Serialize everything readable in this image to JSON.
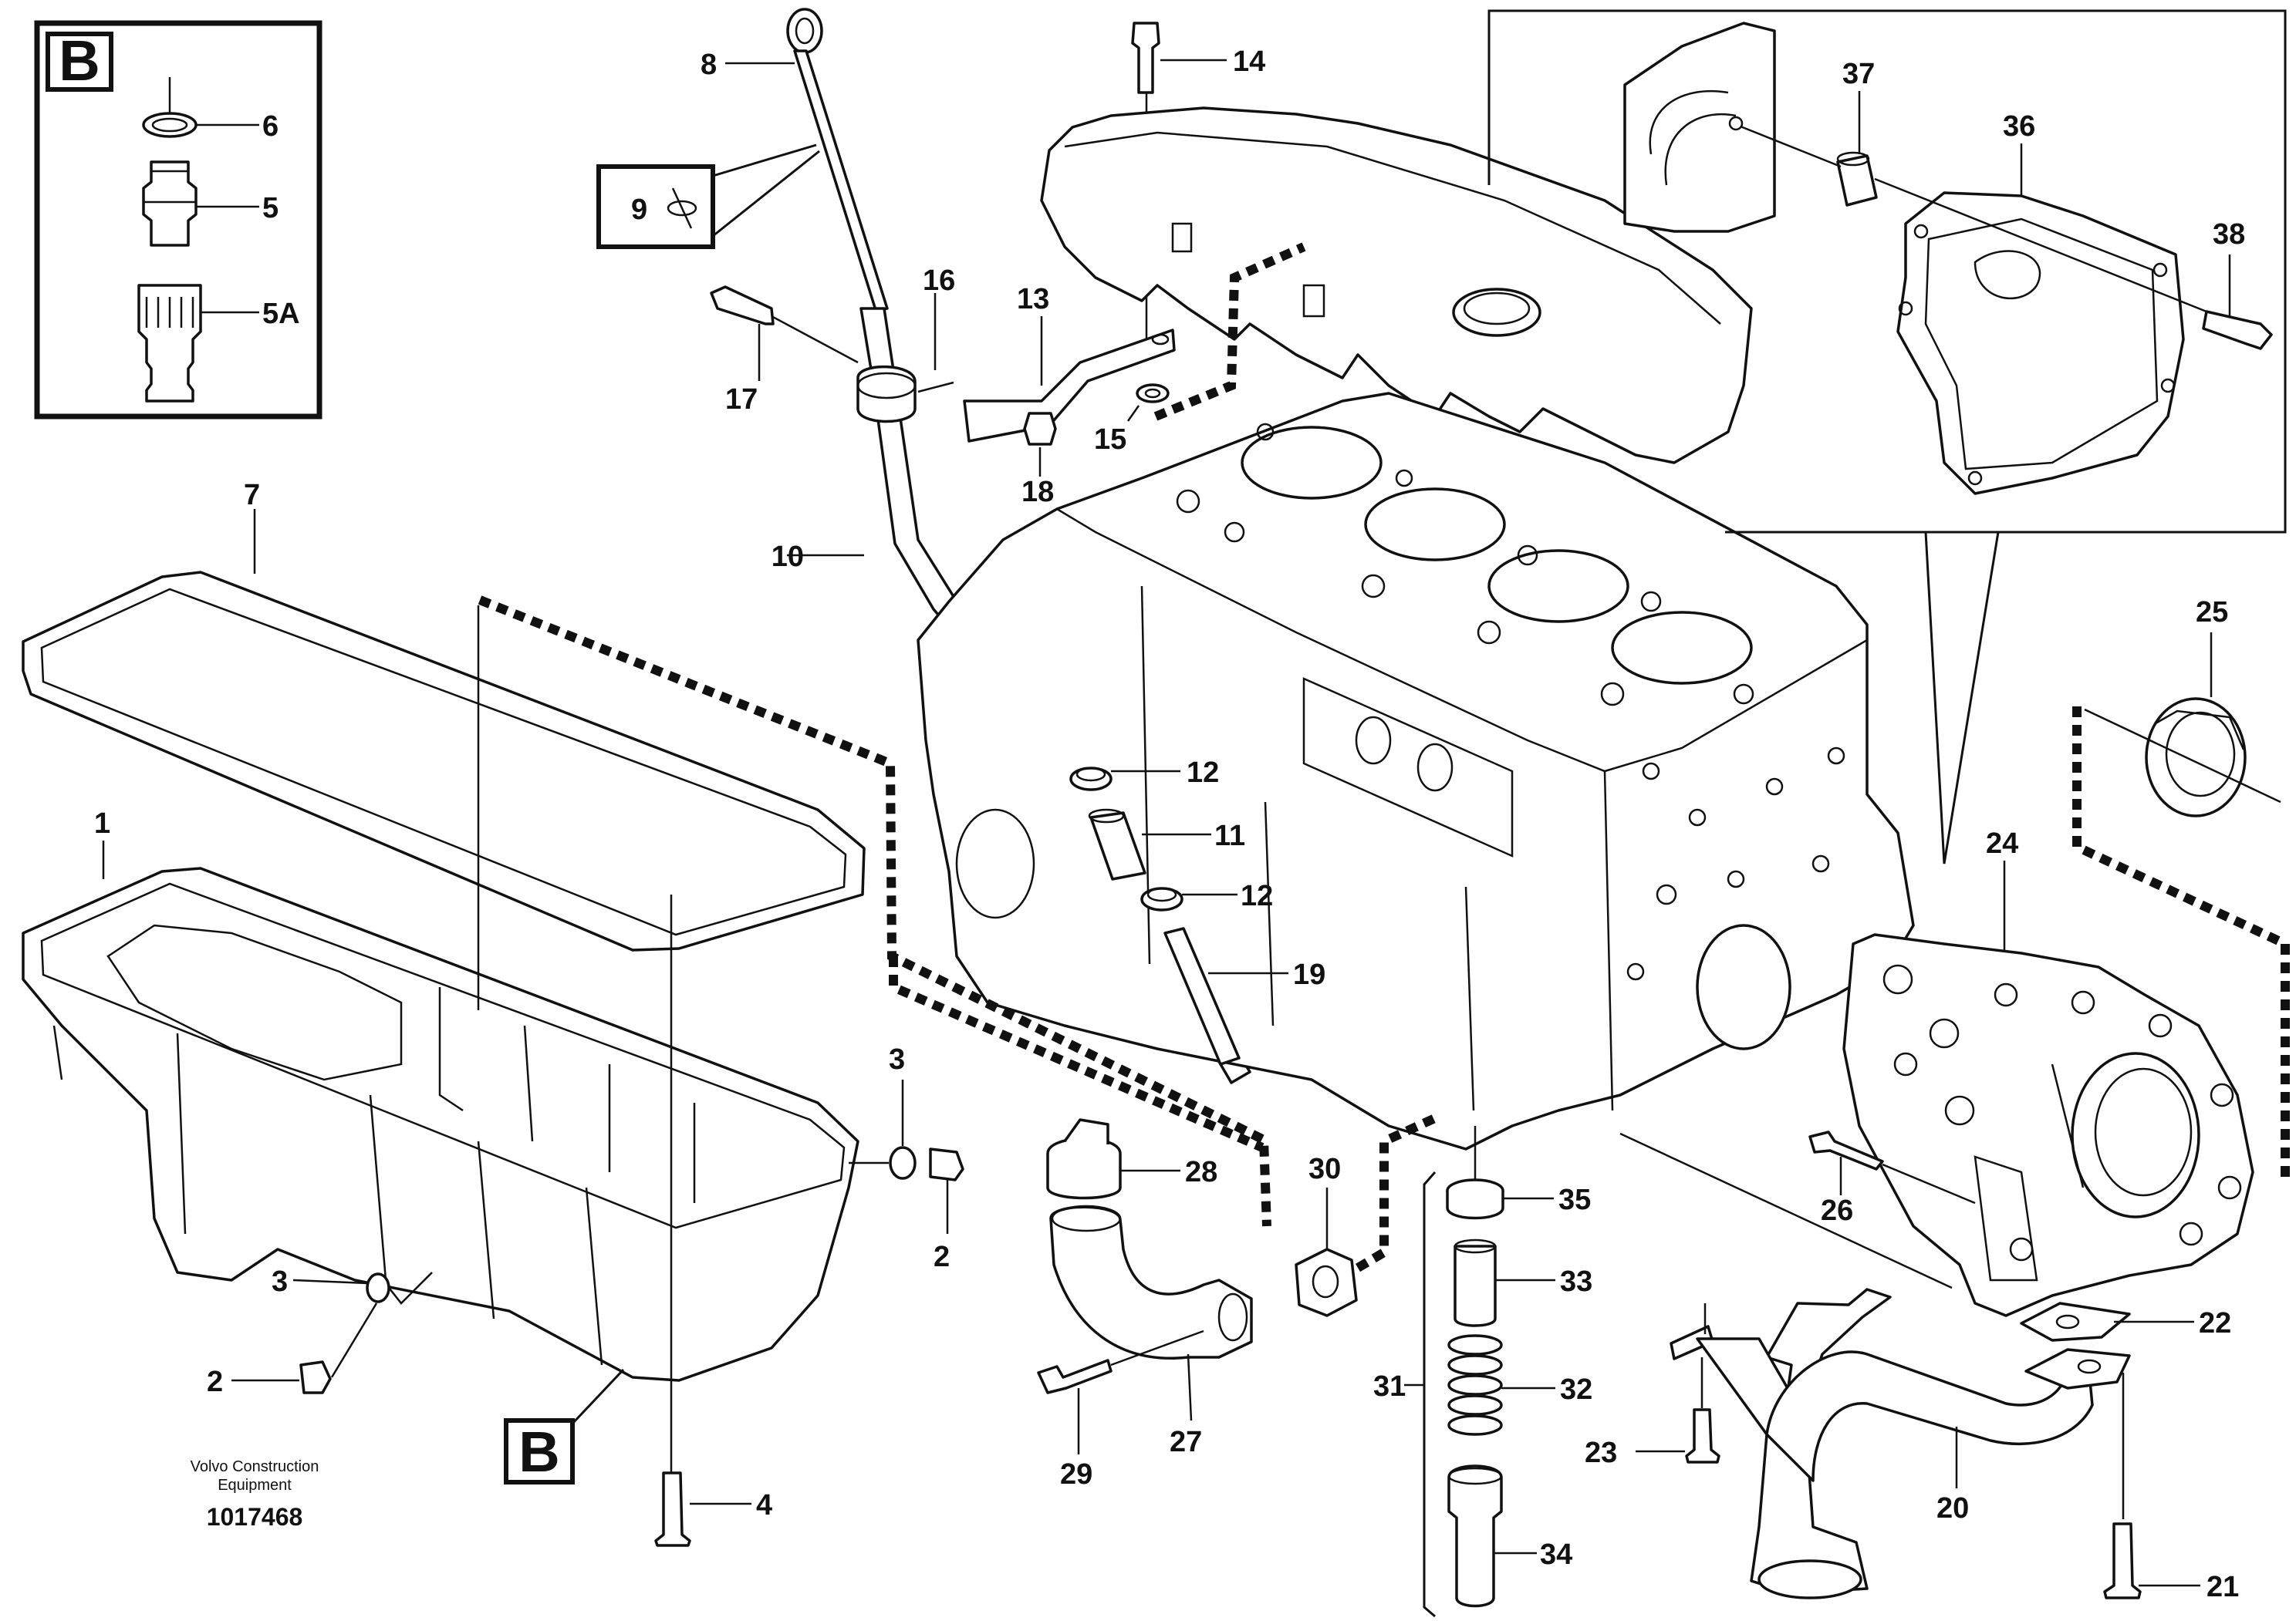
{
  "diagram": {
    "inset_label": "B",
    "pan_label": "B",
    "callouts": {
      "c1": "1",
      "c2a": "2",
      "c2b": "2",
      "c3a": "3",
      "c3b": "3",
      "c4": "4",
      "c5": "5",
      "c5a": "5A",
      "c6": "6",
      "c7": "7",
      "c8": "8",
      "c9": "9",
      "c10": "10",
      "c11": "11",
      "c12a": "12",
      "c12b": "12",
      "c13": "13",
      "c14": "14",
      "c15": "15",
      "c16": "16",
      "c17": "17",
      "c18": "18",
      "c19": "19",
      "c20": "20",
      "c21": "21",
      "c22": "22",
      "c23": "23",
      "c24": "24",
      "c25": "25",
      "c26": "26",
      "c27": "27",
      "c28": "28",
      "c29": "29",
      "c30": "30",
      "c31": "31",
      "c32": "32",
      "c33": "33",
      "c34": "34",
      "c35": "35",
      "c36": "36",
      "c37": "37",
      "c38": "38"
    },
    "caption": {
      "line1": "Volvo Construction",
      "line2": "Equipment",
      "number": "1017468"
    }
  }
}
